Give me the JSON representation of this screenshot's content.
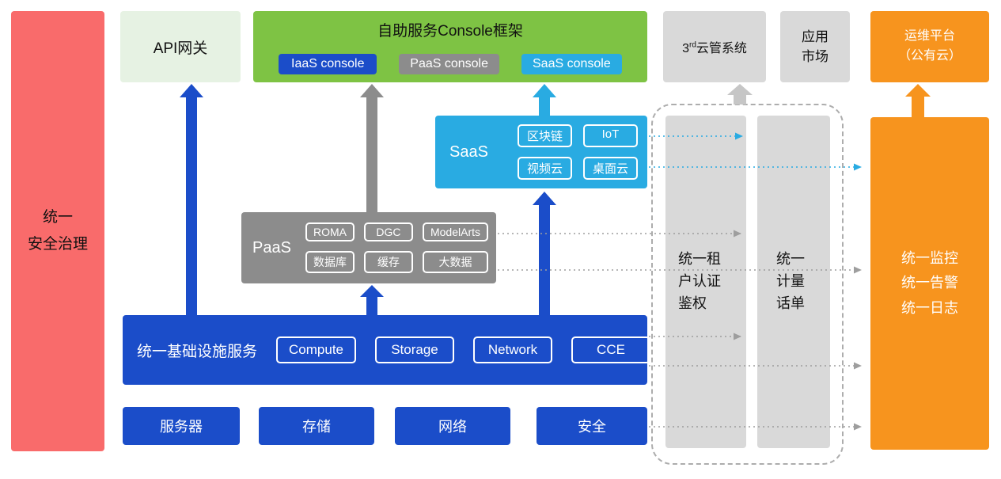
{
  "colors": {
    "red": "#F96B6B",
    "light-green": "#E6F2E3",
    "green": "#7EC344",
    "blue": "#1B4DC9",
    "gray": "#8C8C8C",
    "light-gray": "#D9D9D9",
    "light-blue": "#29ABE2",
    "orange": "#F7941E",
    "line-gray": "#9E9E9E",
    "light-gray-arrow": "#C6C6C6",
    "dash-border": "#ADADAD"
  },
  "security_bar": {
    "label": "统一\n安全治理"
  },
  "api_gateway": {
    "label": "API网关"
  },
  "console": {
    "title": "自助服务Console框架",
    "badges": [
      {
        "label": "IaaS console"
      },
      {
        "label": "PaaS console"
      },
      {
        "label": "SaaS console"
      }
    ]
  },
  "third_cloud": {
    "num": "3",
    "sup": "rd",
    "rest": "云管系统"
  },
  "app_market": {
    "label": "应用\n市场"
  },
  "om_platform": {
    "label": "运维平台\n（公有云）"
  },
  "saas": {
    "label": "SaaS",
    "badges": [
      "区块链",
      "IoT",
      "视频云",
      "桌面云"
    ]
  },
  "paas": {
    "label": "PaaS",
    "badges": [
      "ROMA",
      "DGC",
      "ModelArts",
      "数据库",
      "缓存",
      "大数据"
    ]
  },
  "infra": {
    "label": "统一基础设施服务",
    "badges": [
      "Compute",
      "Storage",
      "Network",
      "CCE"
    ]
  },
  "hardware": {
    "items": [
      "服务器",
      "存储",
      "网络",
      "安全"
    ]
  },
  "auth_bar": {
    "label": "统一租\n户认证\n鉴权"
  },
  "metering_bar": {
    "label": "统一\n计量\n话单"
  },
  "monitor_bar": {
    "label": "统一监控\n统一告警\n统一日志"
  }
}
